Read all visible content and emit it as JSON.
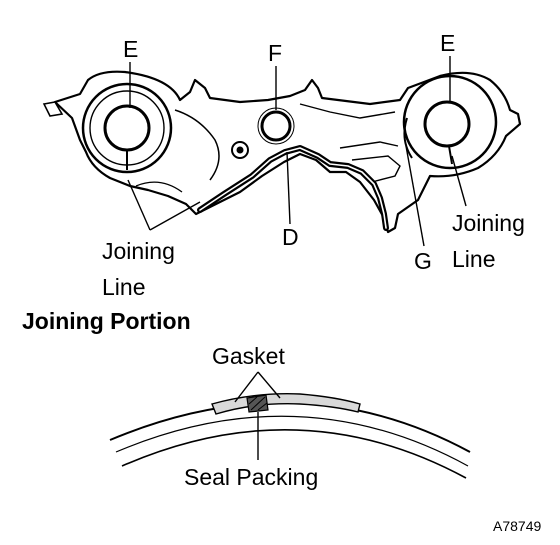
{
  "labels": {
    "e_left": "E",
    "f": "F",
    "e_right": "E",
    "d": "D",
    "g": "G",
    "joining_line_left": [
      "Joining",
      "Line"
    ],
    "joining_line_right": [
      "Joining",
      "Line"
    ]
  },
  "section_heading": "Joining Portion",
  "detail": {
    "gasket": "Gasket",
    "seal_packing": "Seal Packing"
  },
  "figure_code": "A78749",
  "colors": {
    "ink": "#000000",
    "paper": "#ffffff",
    "seal_hatch": "#555555",
    "gasket_fill": "#d9d9d9"
  }
}
